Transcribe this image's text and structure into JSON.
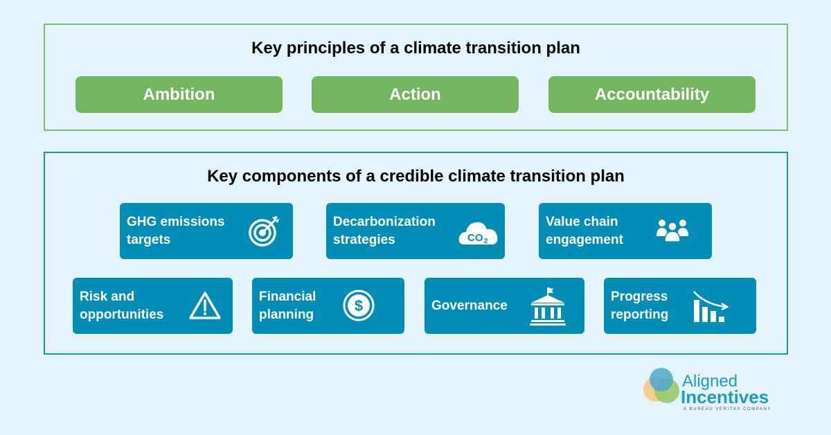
{
  "principles": {
    "title": "Key principles of a climate transition plan",
    "items": [
      {
        "label": "Ambition"
      },
      {
        "label": "Action"
      },
      {
        "label": "Accountability"
      }
    ],
    "color": "#74b560",
    "border_color": "#7dbd6a"
  },
  "components": {
    "title": "Key components of a credible climate transition plan",
    "color": "#018db6",
    "border_color": "#1b8fb5",
    "items": [
      {
        "line1": "GHG emissions",
        "line2": "targets",
        "icon": "target-icon"
      },
      {
        "line1": "Decarbonization",
        "line2": "strategies",
        "icon": "co2-cloud-icon",
        "icon_text": "CO",
        "icon_sub": "2"
      },
      {
        "line1": "Value chain",
        "line2": "engagement",
        "icon": "people-group-icon"
      },
      {
        "line1": "Risk and",
        "line2": "opportunities",
        "icon": "warning-icon"
      },
      {
        "line1": "Financial",
        "line2": "planning",
        "icon": "dollar-coin-icon",
        "icon_text": "$"
      },
      {
        "line1": "Governance",
        "line2": "",
        "icon": "government-building-icon"
      },
      {
        "line1": "Progress",
        "line2": "reporting",
        "icon": "declining-bar-chart-icon"
      }
    ]
  },
  "logo": {
    "line1": "Aligned",
    "line2": "Incentives",
    "tagline": "A BUREAU VERITAS COMPANY",
    "colors": {
      "blue": "#4ea8cc",
      "orange": "#f7c77d",
      "green": "#93c865",
      "text": "#1e9bc6"
    }
  }
}
